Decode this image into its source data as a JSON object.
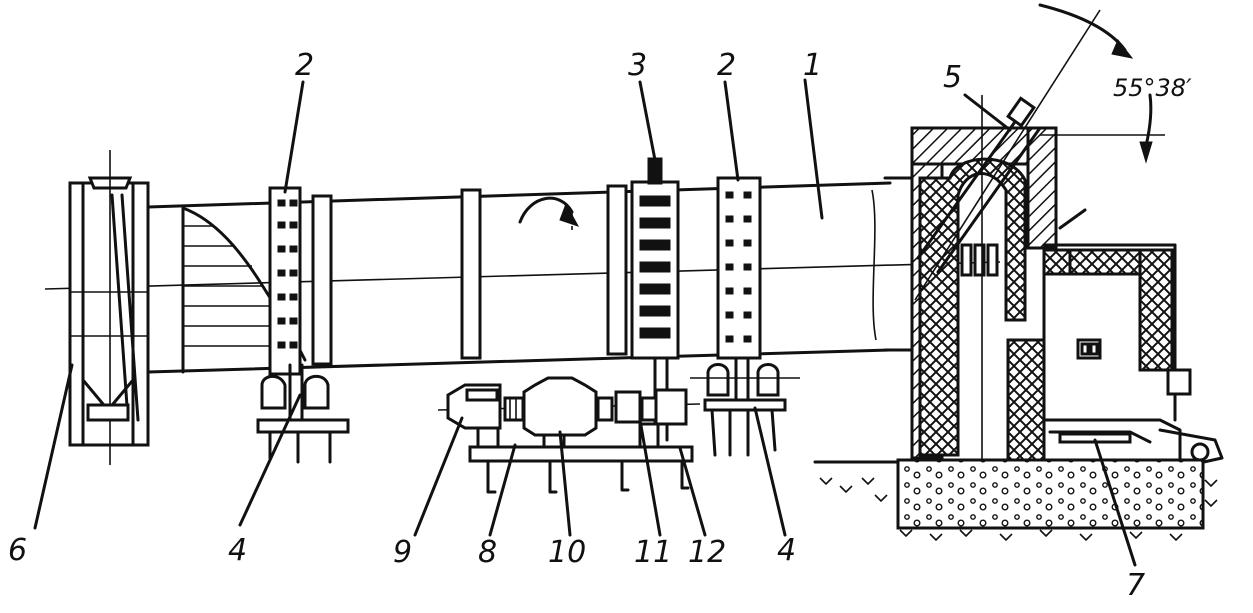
{
  "labels": {
    "l1": "1",
    "l2a": "2",
    "l2b": "2",
    "l3": "3",
    "l4a": "4",
    "l4b": "4",
    "l5": "5",
    "l6": "6",
    "l7": "7",
    "l8": "8",
    "l9": "9",
    "l10": "10",
    "l11": "11",
    "l12": "12"
  },
  "angle_text": "55°38′"
}
